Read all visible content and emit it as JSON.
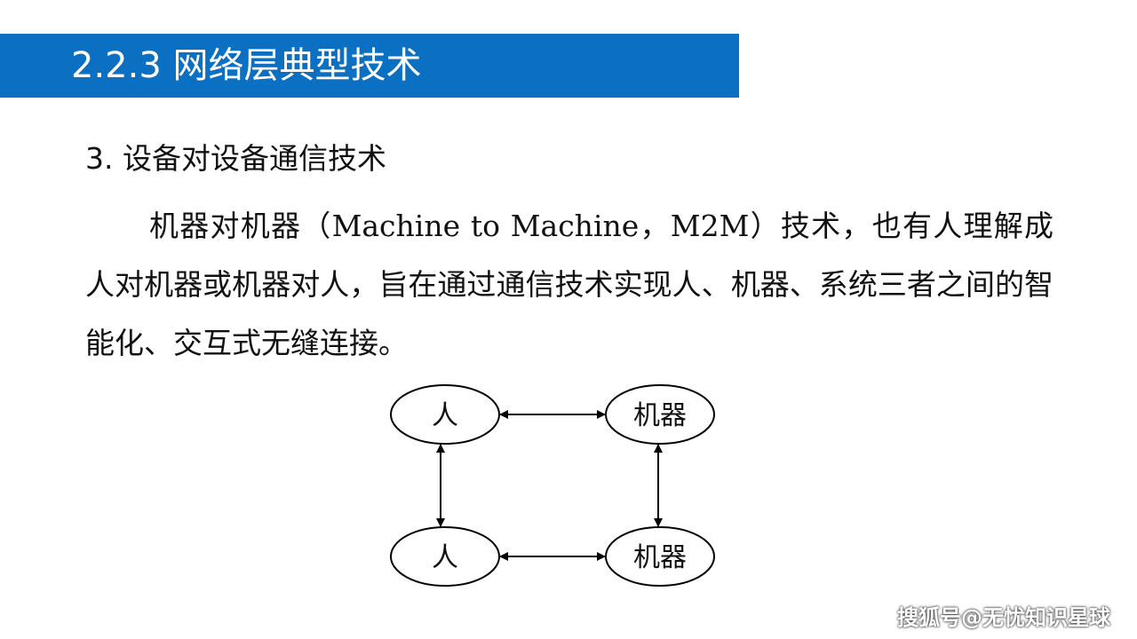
{
  "header": {
    "title": "2.2.3 网络层典型技术"
  },
  "section": {
    "heading": "3. 设备对设备通信技术"
  },
  "body": {
    "paragraph": "机器对机器（Machine to Machine，M2M）技术，也有人理解成人对机器或机器对人，旨在通过通信技术实现人、机器、系统三者之间的智能化、交互式无缝连接。"
  },
  "diagram": {
    "nodes": {
      "top_left": "人",
      "top_right": "机器",
      "bottom_left": "人",
      "bottom_right": "机器"
    },
    "arrows": [
      "bidirectional",
      "bidirectional",
      "bidirectional",
      "bidirectional"
    ]
  },
  "watermark": {
    "text": "搜狐号@无忧知识星球"
  },
  "colors": {
    "title_bar": "#0b6fc2",
    "title_text": "#ffffff",
    "body_text": "#111111"
  }
}
